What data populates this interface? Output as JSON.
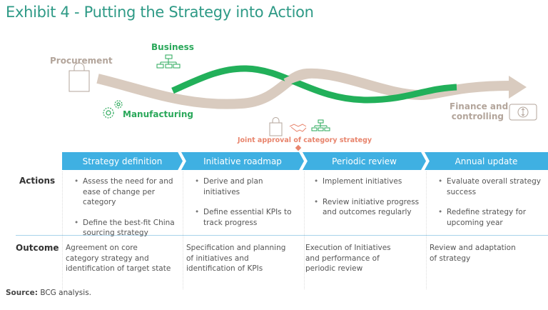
{
  "title": "Exhibit 4 - Putting the Strategy into Action",
  "flow": {
    "procurement": "Procurement",
    "business": "Business",
    "manufacturing": "Manufacturing",
    "finance_line1": "Finance and",
    "finance_line2": "controlling",
    "joint_approval": "Joint approval of category strategy",
    "colors": {
      "beige": "#d9cbbf",
      "green": "#22b05a",
      "accent": "#e8846c"
    }
  },
  "phases": [
    "Strategy definition",
    "Initiative roadmap",
    "Periodic review",
    "Annual update"
  ],
  "row_labels": {
    "actions": "Actions",
    "outcome": "Outcome"
  },
  "actions": [
    [
      "Assess the need for and ease of change per category",
      "Define the best-fit China sourcing strategy"
    ],
    [
      "Derive and plan initiatives",
      "Define essential KPIs to track progress"
    ],
    [
      "Implement initiatives",
      "Review initiative progress and outcomes regularly"
    ],
    [
      "Evaluate overall strategy success",
      "Redefine strategy for upcoming year"
    ]
  ],
  "outcomes": [
    "Agreement on core category strategy and identification of target state",
    "Specification and planning of initiatives and identification of KPIs",
    "Execution of Initiatives and performance of periodic review",
    "Review and adaptation of strategy"
  ],
  "source": {
    "label": "Source:",
    "text": " BCG analysis."
  }
}
